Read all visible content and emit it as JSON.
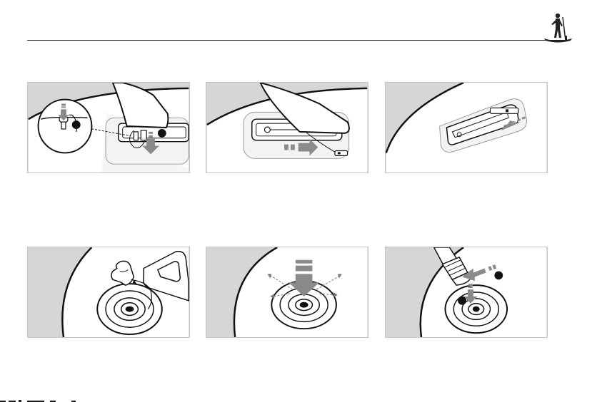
{
  "page": {
    "logo_icon": "paddleboarder-icon",
    "rule_color": "#222222",
    "panel_bg": "#d6d6d6",
    "accent_arrow": "#8a8a8a"
  },
  "steps": [
    {
      "id": "fin-release-clip",
      "icon": "fin-box-clip-icon",
      "callouts": 2
    },
    {
      "id": "fin-slide-out",
      "icon": "fin-slide-arrow-icon",
      "callouts": 0
    },
    {
      "id": "fin-box-pin",
      "icon": "fin-box-pin-icon",
      "callouts": 0
    },
    {
      "id": "valve-open-cap",
      "icon": "valve-cap-icon",
      "callouts": 0
    },
    {
      "id": "valve-press-center",
      "icon": "valve-press-icon",
      "callouts": 0
    },
    {
      "id": "pump-hose-attach",
      "icon": "pump-hose-icon",
      "callouts": 2
    }
  ]
}
